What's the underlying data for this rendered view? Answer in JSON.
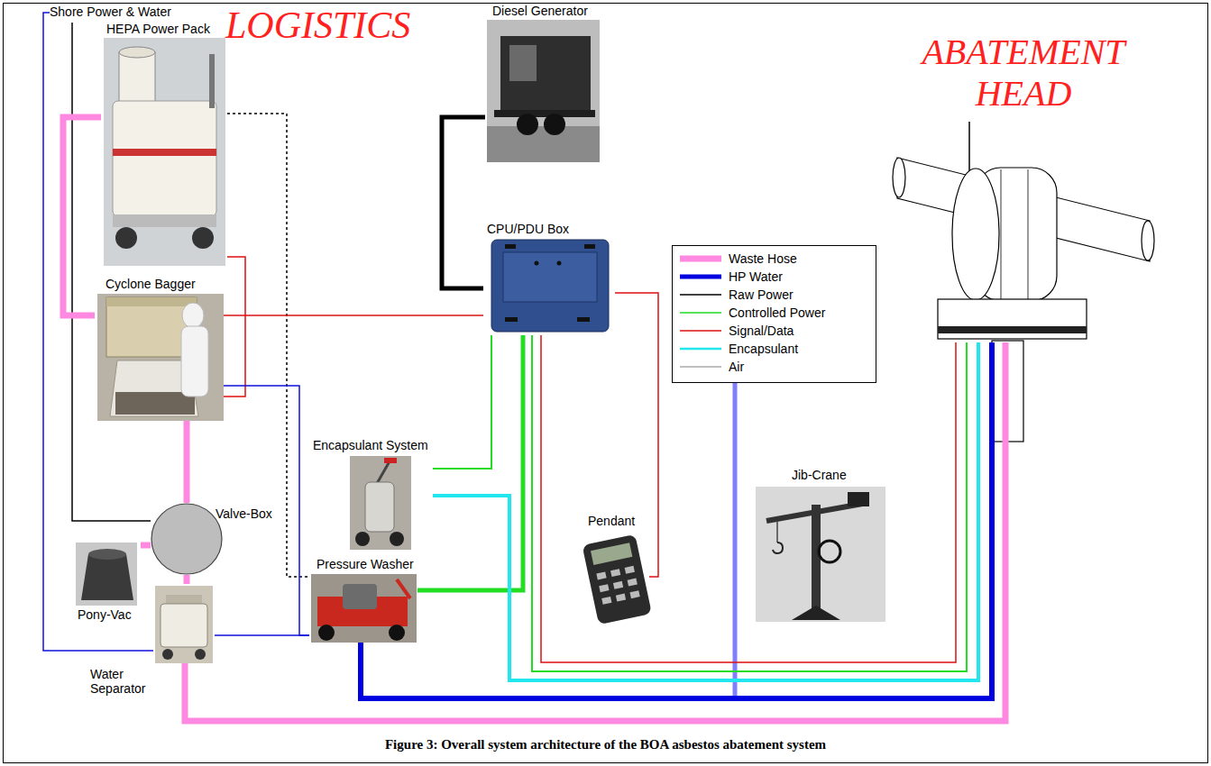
{
  "diagram": {
    "caption": "Figure 3: Overall system architecture of the BOA asbestos abatement system",
    "nodes": [
      {
        "text": [
          "Shore Power & Water"
        ]
      },
      {
        "text": [
          "HEPA Power Pack"
        ]
      },
      {
        "text": [
          "Diesel Generator"
        ]
      },
      {
        "text": [
          "CPU/PDU Box"
        ]
      },
      {
        "text": [
          "ABATEMENT HEAD"
        ]
      },
      {
        "text": [
          "Cyclone Bagger"
        ]
      },
      {
        "text": [
          "Encapsulant System"
        ]
      },
      {
        "text": [
          "Valve-Box"
        ]
      },
      {
        "text": [
          "Pendant"
        ]
      },
      {
        "text": [
          "Pony-Vac"
        ]
      },
      {
        "text": [
          "Pressure Washer"
        ]
      },
      {
        "text": [
          "Jib-Crane"
        ]
      },
      {
        "text": [
          "Water Separator"
        ]
      }
    ],
    "edges": [
      {
        "from": 0,
        "to": 7,
        "arrow": "none"
      },
      {
        "from": 0,
        "to": 12,
        "arrow": "none"
      },
      {
        "from": 1,
        "to": 5,
        "arrow": "none"
      },
      {
        "from": 1,
        "to": 5,
        "arrow": "none"
      },
      {
        "from": 1,
        "to": 10,
        "arrow": "none"
      },
      {
        "from": 2,
        "to": 3,
        "arrow": "none"
      },
      {
        "from": 5,
        "to": 3,
        "arrow": "none"
      },
      {
        "from": 5,
        "to": 7,
        "arrow": "none"
      },
      {
        "from": 5,
        "to": 10,
        "arrow": "none"
      },
      {
        "from": 7,
        "to": 12,
        "arrow": "none"
      },
      {
        "from": 9,
        "to": 7,
        "arrow": "none"
      },
      {
        "from": 12,
        "to": 10,
        "arrow": "none"
      },
      {
        "from": 3,
        "to": 6,
        "arrow": "none"
      },
      {
        "from": 3,
        "to": 10,
        "arrow": "none"
      },
      {
        "from": 3,
        "to": 8,
        "arrow": "none"
      },
      {
        "from": 3,
        "to": 4,
        "arrow": "none"
      },
      {
        "from": 3,
        "to": 4,
        "arrow": "none"
      },
      {
        "from": 6,
        "to": 4,
        "arrow": "none"
      },
      {
        "from": 10,
        "to": 4,
        "arrow": "none"
      },
      {
        "from": 12,
        "to": 4,
        "arrow": "none"
      }
    ],
    "labels": [
      "LOGISTICS"
    ],
    "legend": [
      {
        "text": "Waste Hose"
      },
      {
        "text": "HP Water"
      },
      {
        "text": "Raw Power"
      },
      {
        "text": "Controlled Power"
      },
      {
        "text": "Signal/Data"
      },
      {
        "text": "Encapsulant"
      },
      {
        "text": "Air"
      }
    ]
  }
}
